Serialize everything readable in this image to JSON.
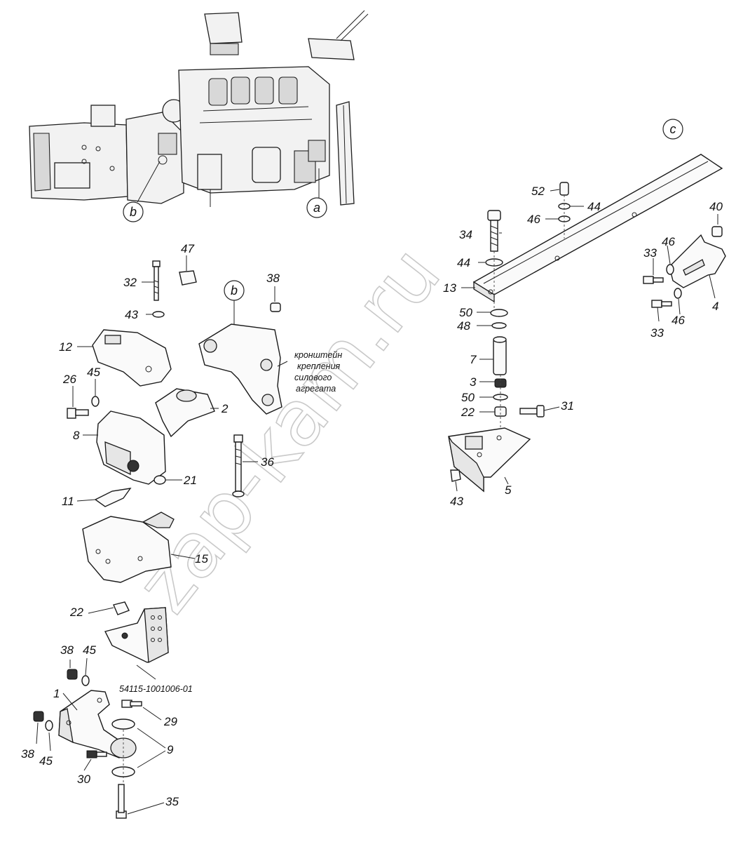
{
  "diagram": {
    "callouts": {
      "a": "a",
      "b_top": "b",
      "b_mid": "b",
      "c": "c"
    },
    "labels": {
      "p52": "52",
      "p44a": "44",
      "p46a": "46",
      "p34": "34",
      "p44b": "44",
      "p13": "13",
      "p50a": "50",
      "p48": "48",
      "p7": "7",
      "p3": "3",
      "p50b": "50",
      "p22a": "22",
      "p31": "31",
      "p5": "5",
      "p43b": "43",
      "p40": "40",
      "p46b": "46",
      "p33a": "33",
      "p33b": "33",
      "p46c": "46",
      "p4": "4",
      "p47": "47",
      "p32": "32",
      "p43a": "43",
      "p38a": "38",
      "p12": "12",
      "p26": "26",
      "p45a": "45",
      "p2": "2",
      "p8": "8",
      "p21": "21",
      "p36": "36",
      "p11": "11",
      "p15": "15",
      "p22b": "22",
      "p38b": "38",
      "p45b": "45",
      "p1": "1",
      "p29": "29",
      "p9": "9",
      "p38c": "38",
      "p45c": "45",
      "p30": "30",
      "p35": "35"
    },
    "bracket_note": [
      "кронштейн",
      "крепления",
      "силового",
      "агрегата"
    ],
    "assembly_number": "54115-1001006-01",
    "watermark": "zap-kam.ru"
  }
}
